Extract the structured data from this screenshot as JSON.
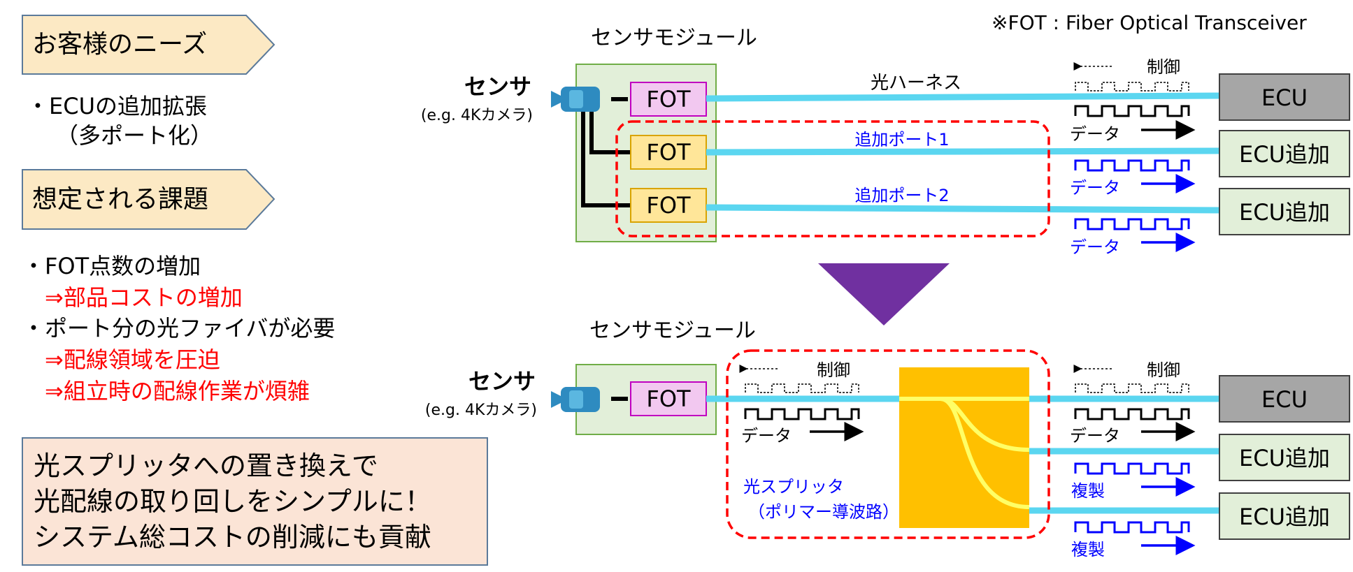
{
  "footnote": "※FOT : Fiber Optical Transceiver",
  "left": {
    "needs_label": "お客様のニーズ",
    "needs_line1": "・ECUの追加拡張",
    "needs_line2": "（多ポート化）",
    "issues_label": "想定される課題",
    "issues": [
      {
        "text": "・FOT点数の増加",
        "color": "#000000"
      },
      {
        "text": "⇒部品コストの増加",
        "color": "#ff0000"
      },
      {
        "text": "・ポート分の光ファイバが必要",
        "color": "#000000"
      },
      {
        "text": "⇒配線領域を圧迫",
        "color": "#ff0000"
      },
      {
        "text": "⇒組立時の配線作業が煩雑",
        "color": "#ff0000"
      }
    ],
    "summary": [
      "光スプリッタへの置き換えで",
      "光配線の取り回しをシンプルに！",
      "システム総コストの削減にも貢献"
    ]
  },
  "top": {
    "module_title": "センサモジュール",
    "sensor_label": "センサ",
    "sensor_sub": "(e.g. 4Kカメラ)",
    "fot": "FOT",
    "harness_label": "光ハーネス",
    "port1_label": "追加ポート1",
    "port2_label": "追加ポート2",
    "control_label": "制御",
    "data_label": "データ",
    "ecu": "ECU",
    "ecu_add": "ECU追加"
  },
  "bottom": {
    "module_title": "センサモジュール",
    "sensor_label": "センサ",
    "sensor_sub": "(e.g. 4Kカメラ)",
    "fot": "FOT",
    "control_label": "制御",
    "data_label": "データ",
    "splitter_line1": "光スプリッタ",
    "splitter_line2": "（ポリマー導波路）",
    "dup_label": "複製",
    "ecu": "ECU",
    "ecu_add": "ECU追加"
  },
  "colors": {
    "fiber": "#5bd6f0",
    "fot_pink": "#f2c8f0",
    "fot_yellow": "#ffe699",
    "module_green": "#e2efd9",
    "ecu_gray": "#a6a6a6",
    "ecu_green": "#e2efd9",
    "callout": "#fce9c4",
    "summary_bg": "#fbe4d6",
    "arrow_purple": "#7030a0",
    "splitter": "#ffc000",
    "dashed_red": "#ff0000",
    "blue": "#0000ff"
  }
}
